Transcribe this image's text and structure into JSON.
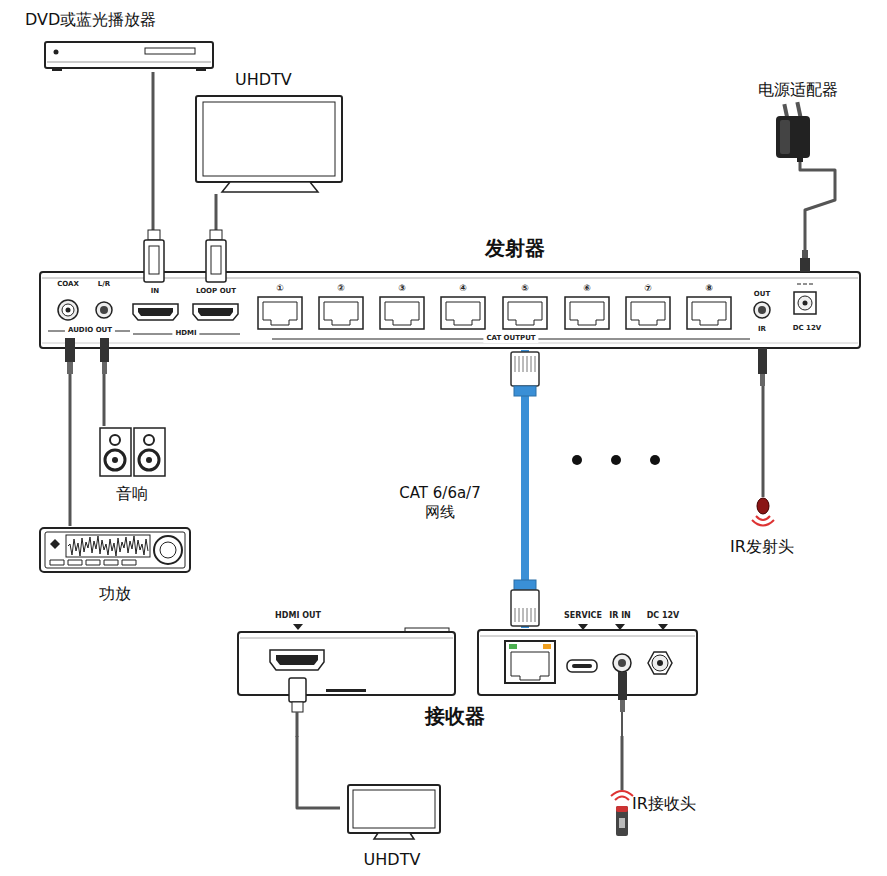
{
  "diagram": {
    "nodes": [
      {
        "text": [
          "DVD或蓝光播放器"
        ]
      },
      {
        "text": [
          "UHDTV"
        ]
      },
      {
        "text": [
          "电源适配器"
        ]
      },
      {
        "text": [
          "发射器"
        ]
      },
      {
        "text": [
          "音响"
        ]
      },
      {
        "text": [
          "功放"
        ]
      },
      {
        "text": [
          "IR发射头"
        ]
      },
      {
        "text": [
          "接收器"
        ]
      },
      {
        "text": [
          "IR接收头"
        ]
      },
      {
        "text": [
          "UHDTV"
        ]
      }
    ],
    "edges": [
      {
        "from": 0,
        "to": 3,
        "arrow": "none"
      },
      {
        "from": 3,
        "to": 1,
        "arrow": "none"
      },
      {
        "from": 3,
        "to": 4,
        "arrow": "none"
      },
      {
        "from": 3,
        "to": 5,
        "arrow": "none"
      },
      {
        "from": 2,
        "to": 3,
        "arrow": "none"
      },
      {
        "from": 3,
        "to": 6,
        "arrow": "none"
      },
      {
        "from": 3,
        "to": 7,
        "label": "CAT 6/6a/7 网线",
        "arrow": "none"
      },
      {
        "from": 7,
        "to": 8,
        "arrow": "none"
      },
      {
        "from": 7,
        "to": 9,
        "arrow": "none"
      }
    ],
    "labels": [
      "COAX",
      "L/R",
      "AUDIO OUT",
      "IN",
      "LOOP OUT",
      "HDMI",
      "①",
      "②",
      "③",
      "④",
      "⑤",
      "⑥",
      "⑦",
      "⑧",
      "CAT OUTPUT",
      "OUT",
      "IR",
      "DC 12V",
      "HDMI OUT",
      "SERVICE",
      "IR IN",
      "DC 12V"
    ]
  }
}
